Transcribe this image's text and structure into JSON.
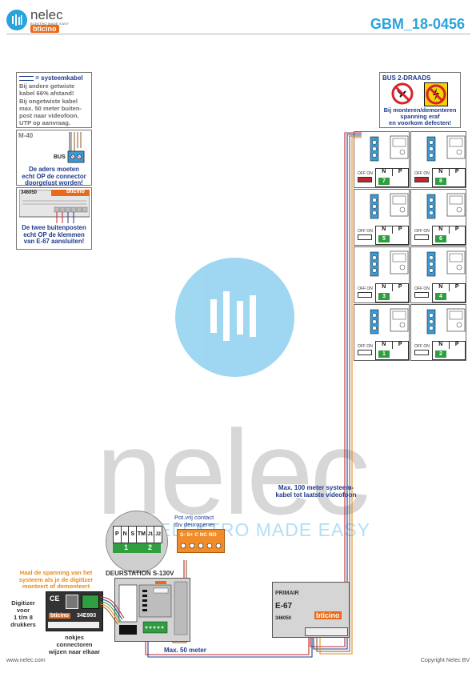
{
  "header": {
    "brand_name": "nelec",
    "brand_tagline": "ELEKTRO MADE EASY",
    "bticino": "bticino",
    "doc_id": "GBM_18-0456"
  },
  "watermark": {
    "word": "nelec",
    "tagline": "ELEKTRO MADE EASY"
  },
  "legend_box": {
    "line1": "= systeemkabel",
    "lines": [
      "Bij andere getwiste",
      "kabel 66% afstand!",
      "Bij ongetwiste kabel",
      "max. 50 meter buiten-",
      "post naar videofoon.",
      "UTP op aanvraag."
    ]
  },
  "m40_box": {
    "title": "M-40",
    "bus_label": "BUS",
    "note_lines": [
      "De aders moeten",
      "echt OP de connector",
      "doorgelust worden!"
    ]
  },
  "e67_detail": {
    "code": "346050",
    "brand": "bticino",
    "note_lines": [
      "De twee buitenposten",
      "echt OP de klemmen",
      "van E-67 aansluiten!"
    ]
  },
  "bus_box": {
    "title": "BUS 2-DRAADS",
    "note_lines": [
      "Bij monteren/demonteren",
      "spanning eraf",
      "en voorkom defecten!"
    ]
  },
  "monitors": {
    "off_on": "OFF ON",
    "n_label": "N",
    "p_label": "P",
    "units": [
      {
        "n": "7"
      },
      {
        "n": "8"
      },
      {
        "n": "5"
      },
      {
        "n": "6"
      },
      {
        "n": "3"
      },
      {
        "n": "4"
      },
      {
        "n": "1"
      },
      {
        "n": "2"
      }
    ]
  },
  "notes": {
    "max100_lines": [
      "Max. 100 meter systeem-",
      "kabel tot laatste videofoon"
    ],
    "potvrij_lines": [
      "Pot.vrij contact",
      "tbv deuropener"
    ],
    "relay_terminals": "S- S+ C NC NO",
    "door_station_title": "DEURSTATION S-130V",
    "door_terminals": [
      "P",
      "N",
      "S",
      "TM",
      "J1",
      "J2"
    ],
    "door_n": "1",
    "door_p": "2",
    "orange_lines": [
      "Haal de spanning van het",
      "systeem als je de digitizer",
      "monteert of demonteert"
    ],
    "digitizer_lines": [
      "Digitizer",
      "voor",
      "1 t/m 8",
      "drukkers"
    ],
    "digitizer_code": "34E993",
    "nokjes_lines": [
      "nokjes connectoren",
      "wijzen naar elkaar"
    ],
    "max50": "Max. 50 meter",
    "e67_title": "E-67",
    "e67_primair": "PRIMAIR",
    "e67_code": "346050",
    "footer_left": "www.nelec.com",
    "footer_right": "Copyright Nelec BV"
  }
}
